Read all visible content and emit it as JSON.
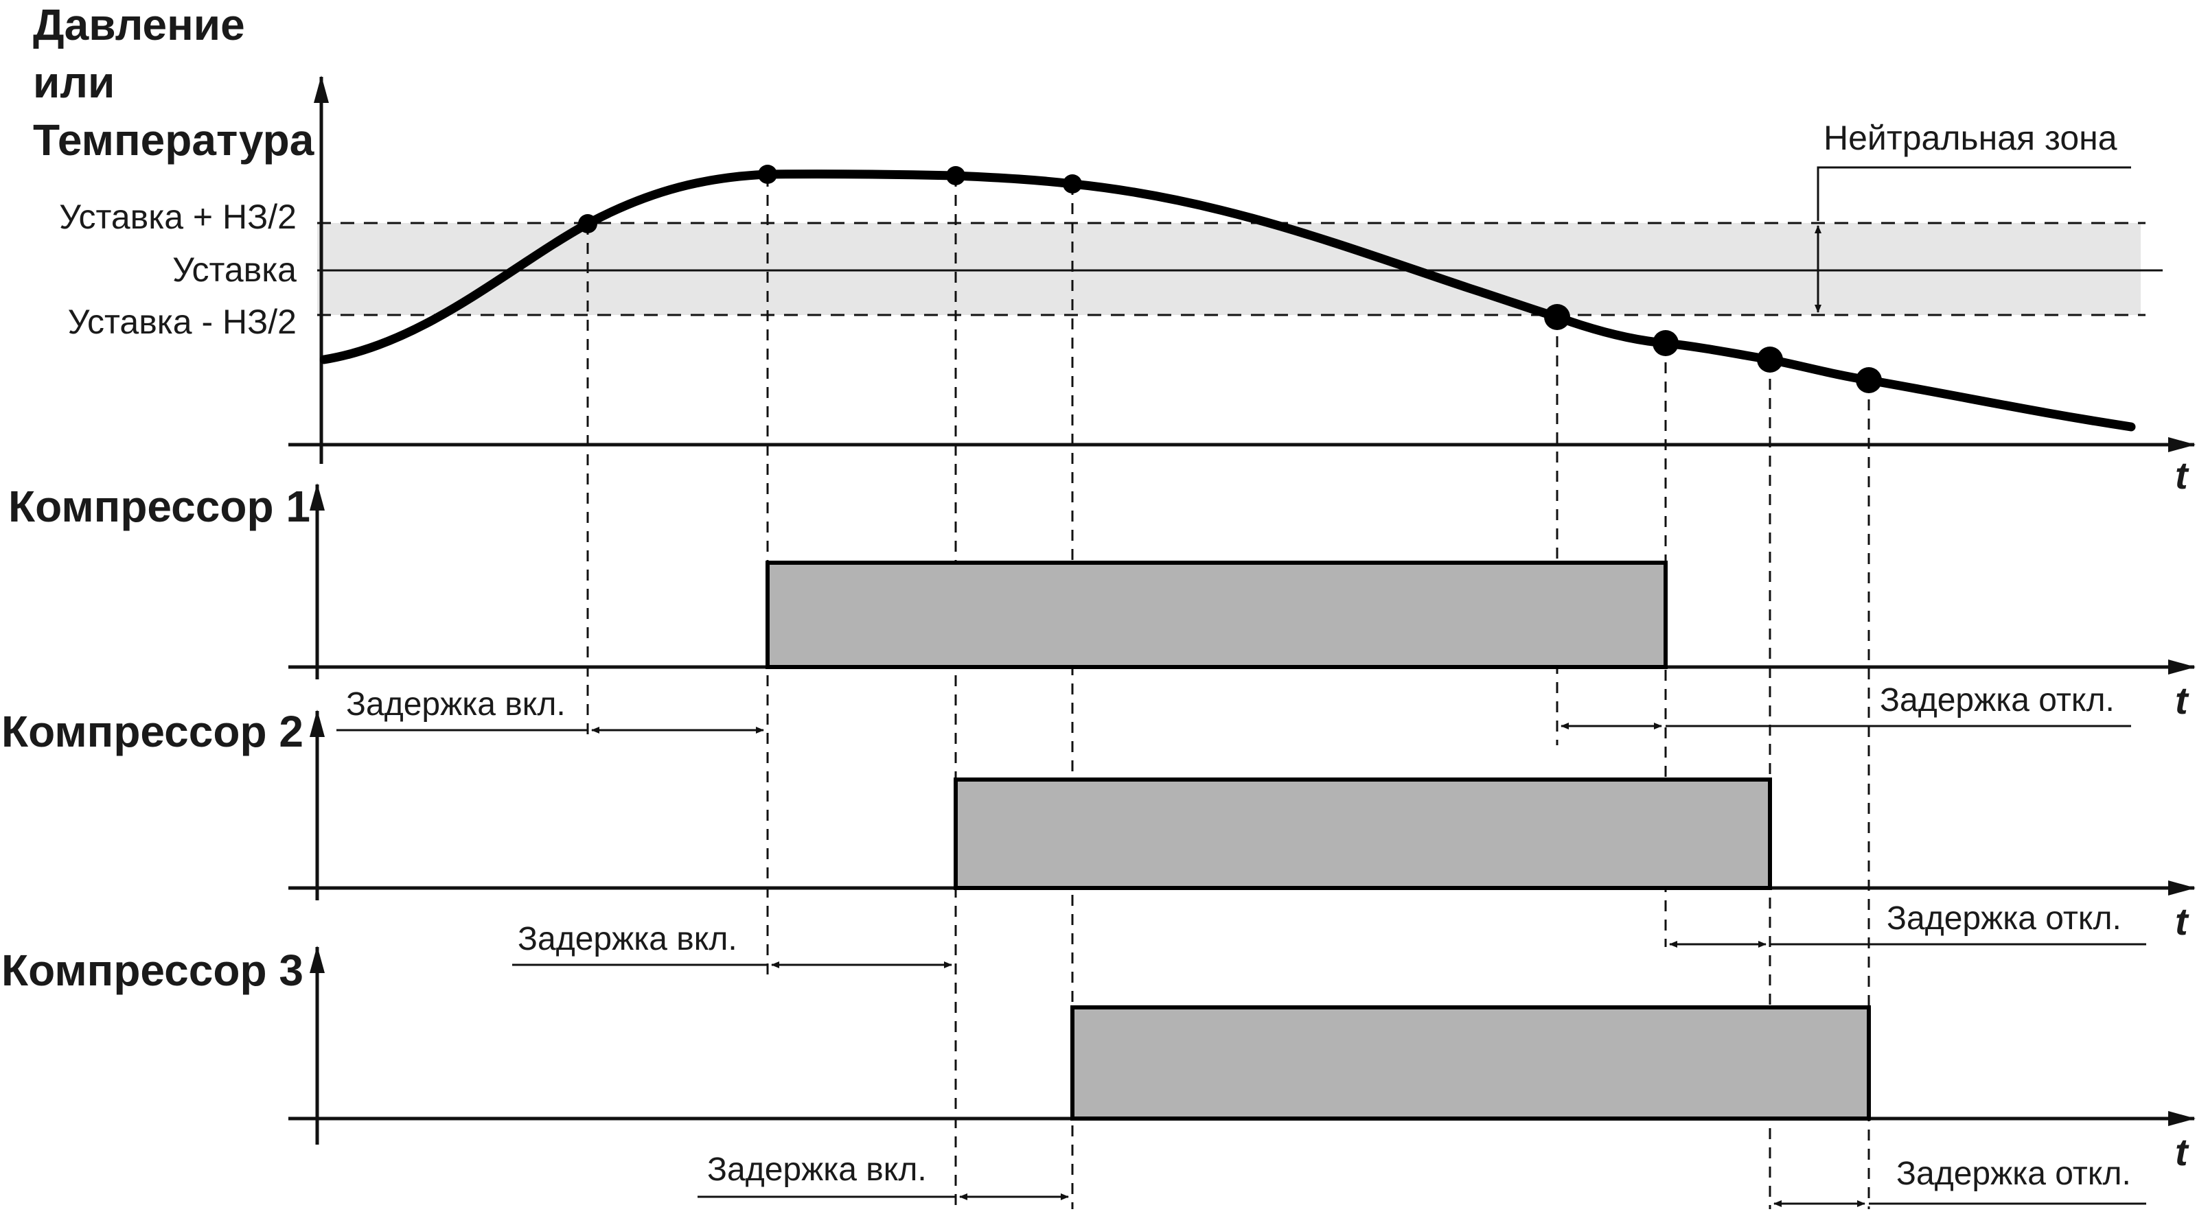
{
  "y_axis_label": [
    "Давление",
    "или",
    "Температура"
  ],
  "setpoint_high_label": "Уставка + НЗ/2",
  "setpoint_label": "Уставка",
  "setpoint_low_label": "Уставка - НЗ/2",
  "neutral_zone_label": "Нейтральная зона",
  "time_label": "t",
  "compressors": [
    {
      "label": "Компрессор 1",
      "delay_on_label": "Задержка вкл.",
      "delay_off_label": "Задержка откл."
    },
    {
      "label": "Компрессор 2",
      "delay_on_label": "Задержка вкл.",
      "delay_off_label": "Задержка откл."
    },
    {
      "label": "Компрессор 3",
      "delay_on_label": "Задержка вкл.",
      "delay_off_label": "Задержка откл."
    }
  ],
  "colors": {
    "neutral_zone": "#e6e6e6",
    "compressor_on": "#b3b3b3",
    "line": "#000000"
  }
}
